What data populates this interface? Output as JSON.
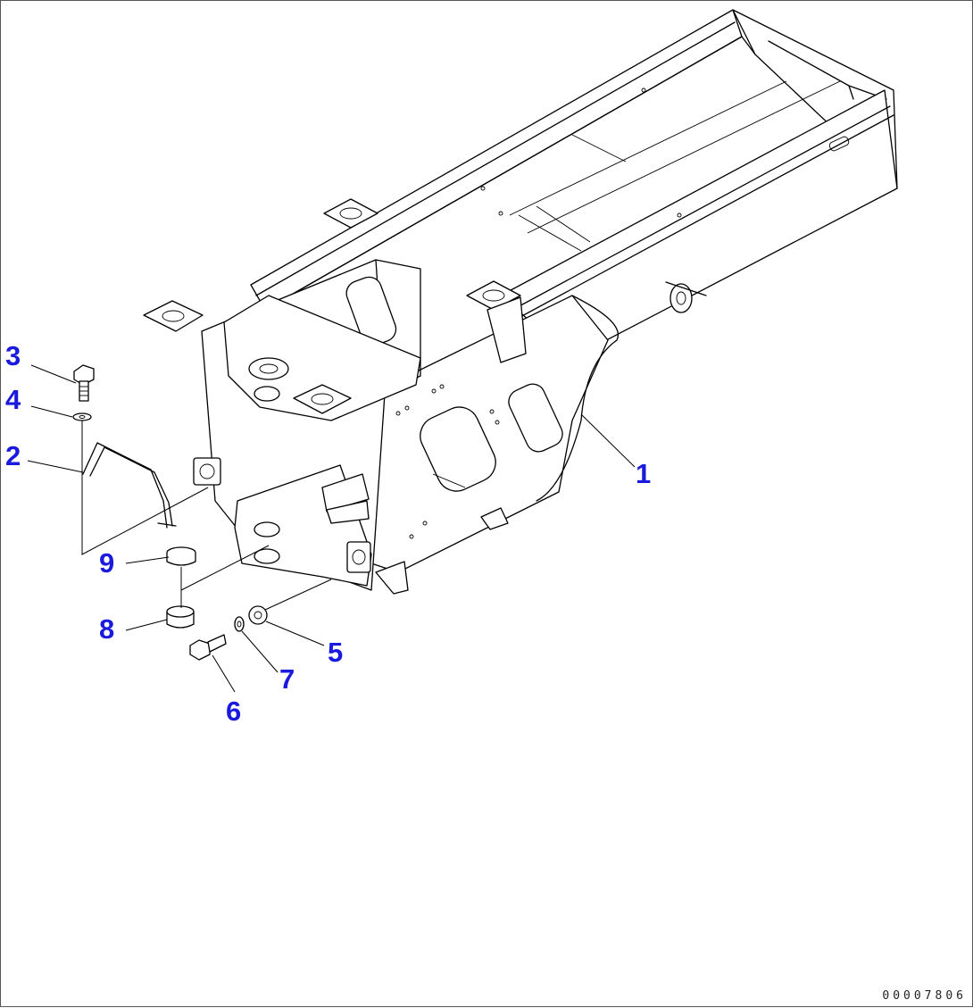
{
  "callouts": [
    {
      "id": "1",
      "label": "1"
    },
    {
      "id": "2",
      "label": "2"
    },
    {
      "id": "3",
      "label": "3"
    },
    {
      "id": "4",
      "label": "4"
    },
    {
      "id": "5",
      "label": "5"
    },
    {
      "id": "6",
      "label": "6"
    },
    {
      "id": "7",
      "label": "7"
    },
    {
      "id": "8",
      "label": "8"
    },
    {
      "id": "9",
      "label": "9"
    }
  ],
  "drawing_id": "00007806",
  "colors": {
    "callout": "#1a1adf",
    "line": "#000000",
    "background": "#ffffff"
  }
}
